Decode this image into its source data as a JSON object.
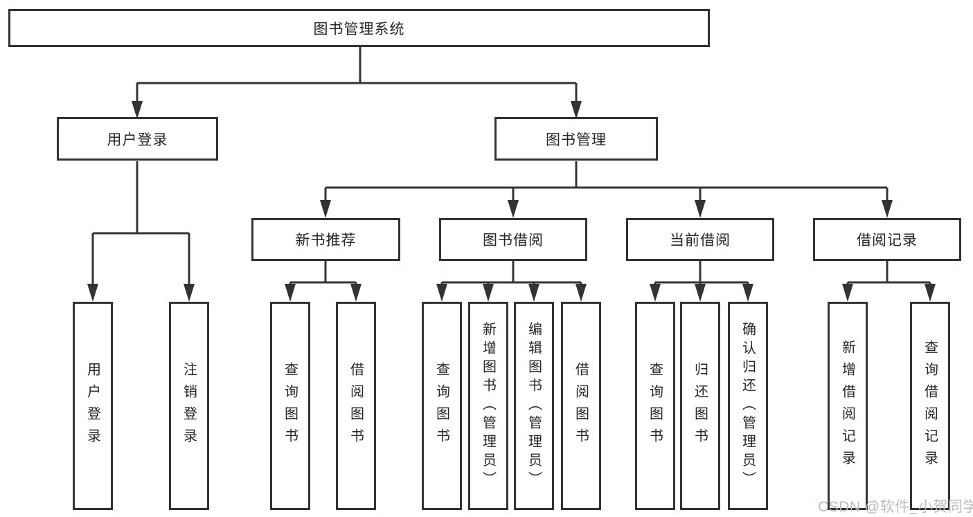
{
  "diagram": {
    "title": "图书管理系统",
    "root": {
      "label": "图书管理系统"
    },
    "level2": [
      {
        "id": "user-login",
        "label": "用户登录"
      },
      {
        "id": "book-management",
        "label": "图书管理"
      }
    ],
    "level3": [
      {
        "id": "new-book-recommendation",
        "label": "新书推荐",
        "parent": "图书管理"
      },
      {
        "id": "book-borrowing",
        "label": "图书借阅",
        "parent": "图书管理"
      },
      {
        "id": "current-borrowing",
        "label": "当前借阅",
        "parent": "图书管理"
      },
      {
        "id": "borrowing-records",
        "label": "借阅记录",
        "parent": "图书管理"
      }
    ],
    "leaves": [
      {
        "label": "用户登录",
        "parent": "用户登录"
      },
      {
        "label": "注销登录",
        "parent": "用户登录"
      },
      {
        "label": "查询图书",
        "parent": "新书推荐"
      },
      {
        "label": "借阅图书",
        "parent": "新书推荐"
      },
      {
        "label": "查询图书",
        "parent": "图书借阅"
      },
      {
        "label": "新增图书（管理员）",
        "parent": "图书借阅"
      },
      {
        "label": "编辑图书（管理员）",
        "parent": "图书借阅"
      },
      {
        "label": "借阅图书",
        "parent": "图书借阅"
      },
      {
        "label": "查询图书",
        "parent": "当前借阅"
      },
      {
        "label": "归还图书",
        "parent": "当前借阅"
      },
      {
        "label": "确认归还（管理员）",
        "parent": "当前借阅"
      },
      {
        "label": "新增借阅记录",
        "parent": "借阅记录"
      },
      {
        "label": "查询借阅记录",
        "parent": "借阅记录"
      }
    ]
  },
  "watermark": "CSDN @软件_小贺同学",
  "colors": {
    "line": "#333333",
    "box_border": "#333333",
    "text": "#262626",
    "background": "#ffffff",
    "watermark": "#b9bdc3"
  }
}
